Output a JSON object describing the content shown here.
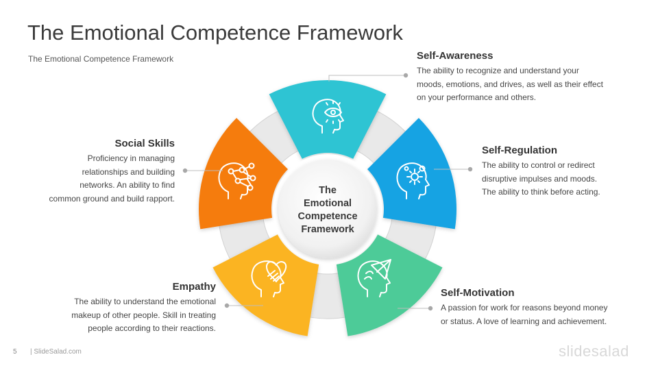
{
  "slide": {
    "title": "The Emotional Competence Framework",
    "subtitle": "The Emotional Competence Framework",
    "page_number": "5",
    "footer_site": "| SlideSalad.com",
    "brand": "slidesalad"
  },
  "center": {
    "lines": [
      "The",
      "Emotional",
      "Competence",
      "Framework"
    ]
  },
  "items": [
    {
      "title": "Self-Awareness",
      "lines": [
        "The ability to recognize and understand your",
        "moods, emotions, and drives, as well as their effect",
        "on your performance  and others."
      ],
      "color": "#2ec4d3",
      "icon": "head-eye-icon"
    },
    {
      "title": "Self-Regulation",
      "lines": [
        "The ability to control or redirect",
        "disruptive impulses and moods.",
        "The ability to think before acting."
      ],
      "color": "#13a3e3",
      "icon": "head-gear-icon"
    },
    {
      "title": "Self-Motivation",
      "lines": [
        "A passion for work for reasons beyond money",
        "or status. A love of learning and achievement."
      ],
      "color": "#4ecb98",
      "icon": "head-rocket-icon"
    },
    {
      "title": "Empathy",
      "lines": [
        "The ability to understand  the emotional",
        "makeup of other people.  Skill in treating",
        "people according  to their reactions."
      ],
      "color": "#fbb424",
      "icon": "head-heart-hand-icon"
    },
    {
      "title": "Social Skills",
      "lines": [
        "Proficiency  in managing",
        "relationships  and building",
        "networks. An ability to find",
        "common ground  and build rapport."
      ],
      "color": "#f57c0a",
      "icon": "head-network-icon"
    }
  ]
}
